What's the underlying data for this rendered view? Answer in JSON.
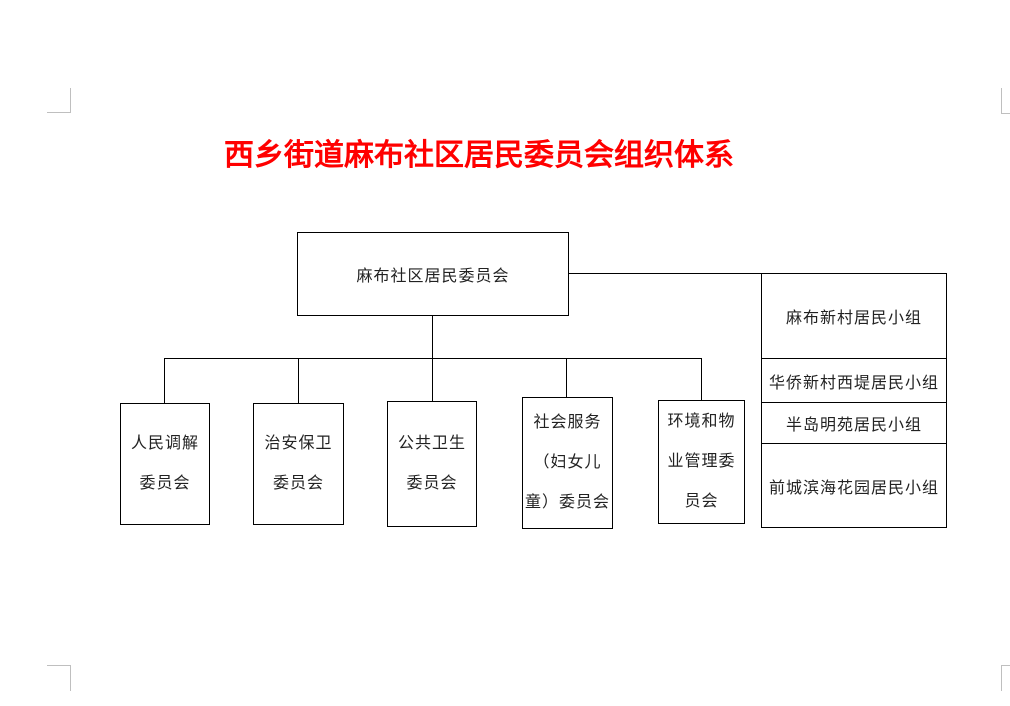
{
  "document": {
    "title": "西乡街道麻布社区居民委员会组织体系",
    "title_color": "#ff0000"
  },
  "org_chart": {
    "root": {
      "label": "麻布社区居民委员会"
    },
    "committees": [
      {
        "lines": [
          "人民调解",
          "委员会"
        ]
      },
      {
        "lines": [
          "治安保卫",
          "委员会"
        ]
      },
      {
        "lines": [
          "公共卫生",
          "委员会"
        ]
      },
      {
        "lines": [
          "社会服务",
          "（妇女儿",
          "童）委员会"
        ]
      },
      {
        "lines": [
          "环境和物",
          "业管理委",
          "员会"
        ]
      }
    ],
    "resident_groups": [
      "麻布新村居民小组",
      "华侨新村西堤居民小组",
      "半岛明苑居民小组",
      "前城滨海花园居民小组"
    ]
  },
  "colors": {
    "box_border": "#000000",
    "box_text": "#222222",
    "connector": "#000000",
    "crop_mark": "#bfbfbf",
    "page_background": "#ffffff"
  }
}
